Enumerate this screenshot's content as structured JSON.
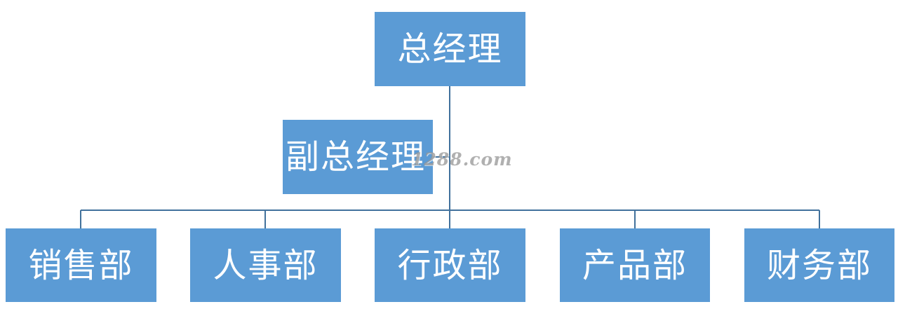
{
  "org_chart": {
    "colors": {
      "node_fill": "#5b9bd5",
      "node_text": "#ffffff",
      "connector": "#41719c"
    },
    "root": {
      "label": "总经理"
    },
    "assistant": {
      "label": "副总经理"
    },
    "departments": [
      {
        "label": "销售部"
      },
      {
        "label": "人事部"
      },
      {
        "label": "行政部"
      },
      {
        "label": "产品部"
      },
      {
        "label": "财务部"
      }
    ]
  },
  "watermark": {
    "text": "1288.com"
  }
}
